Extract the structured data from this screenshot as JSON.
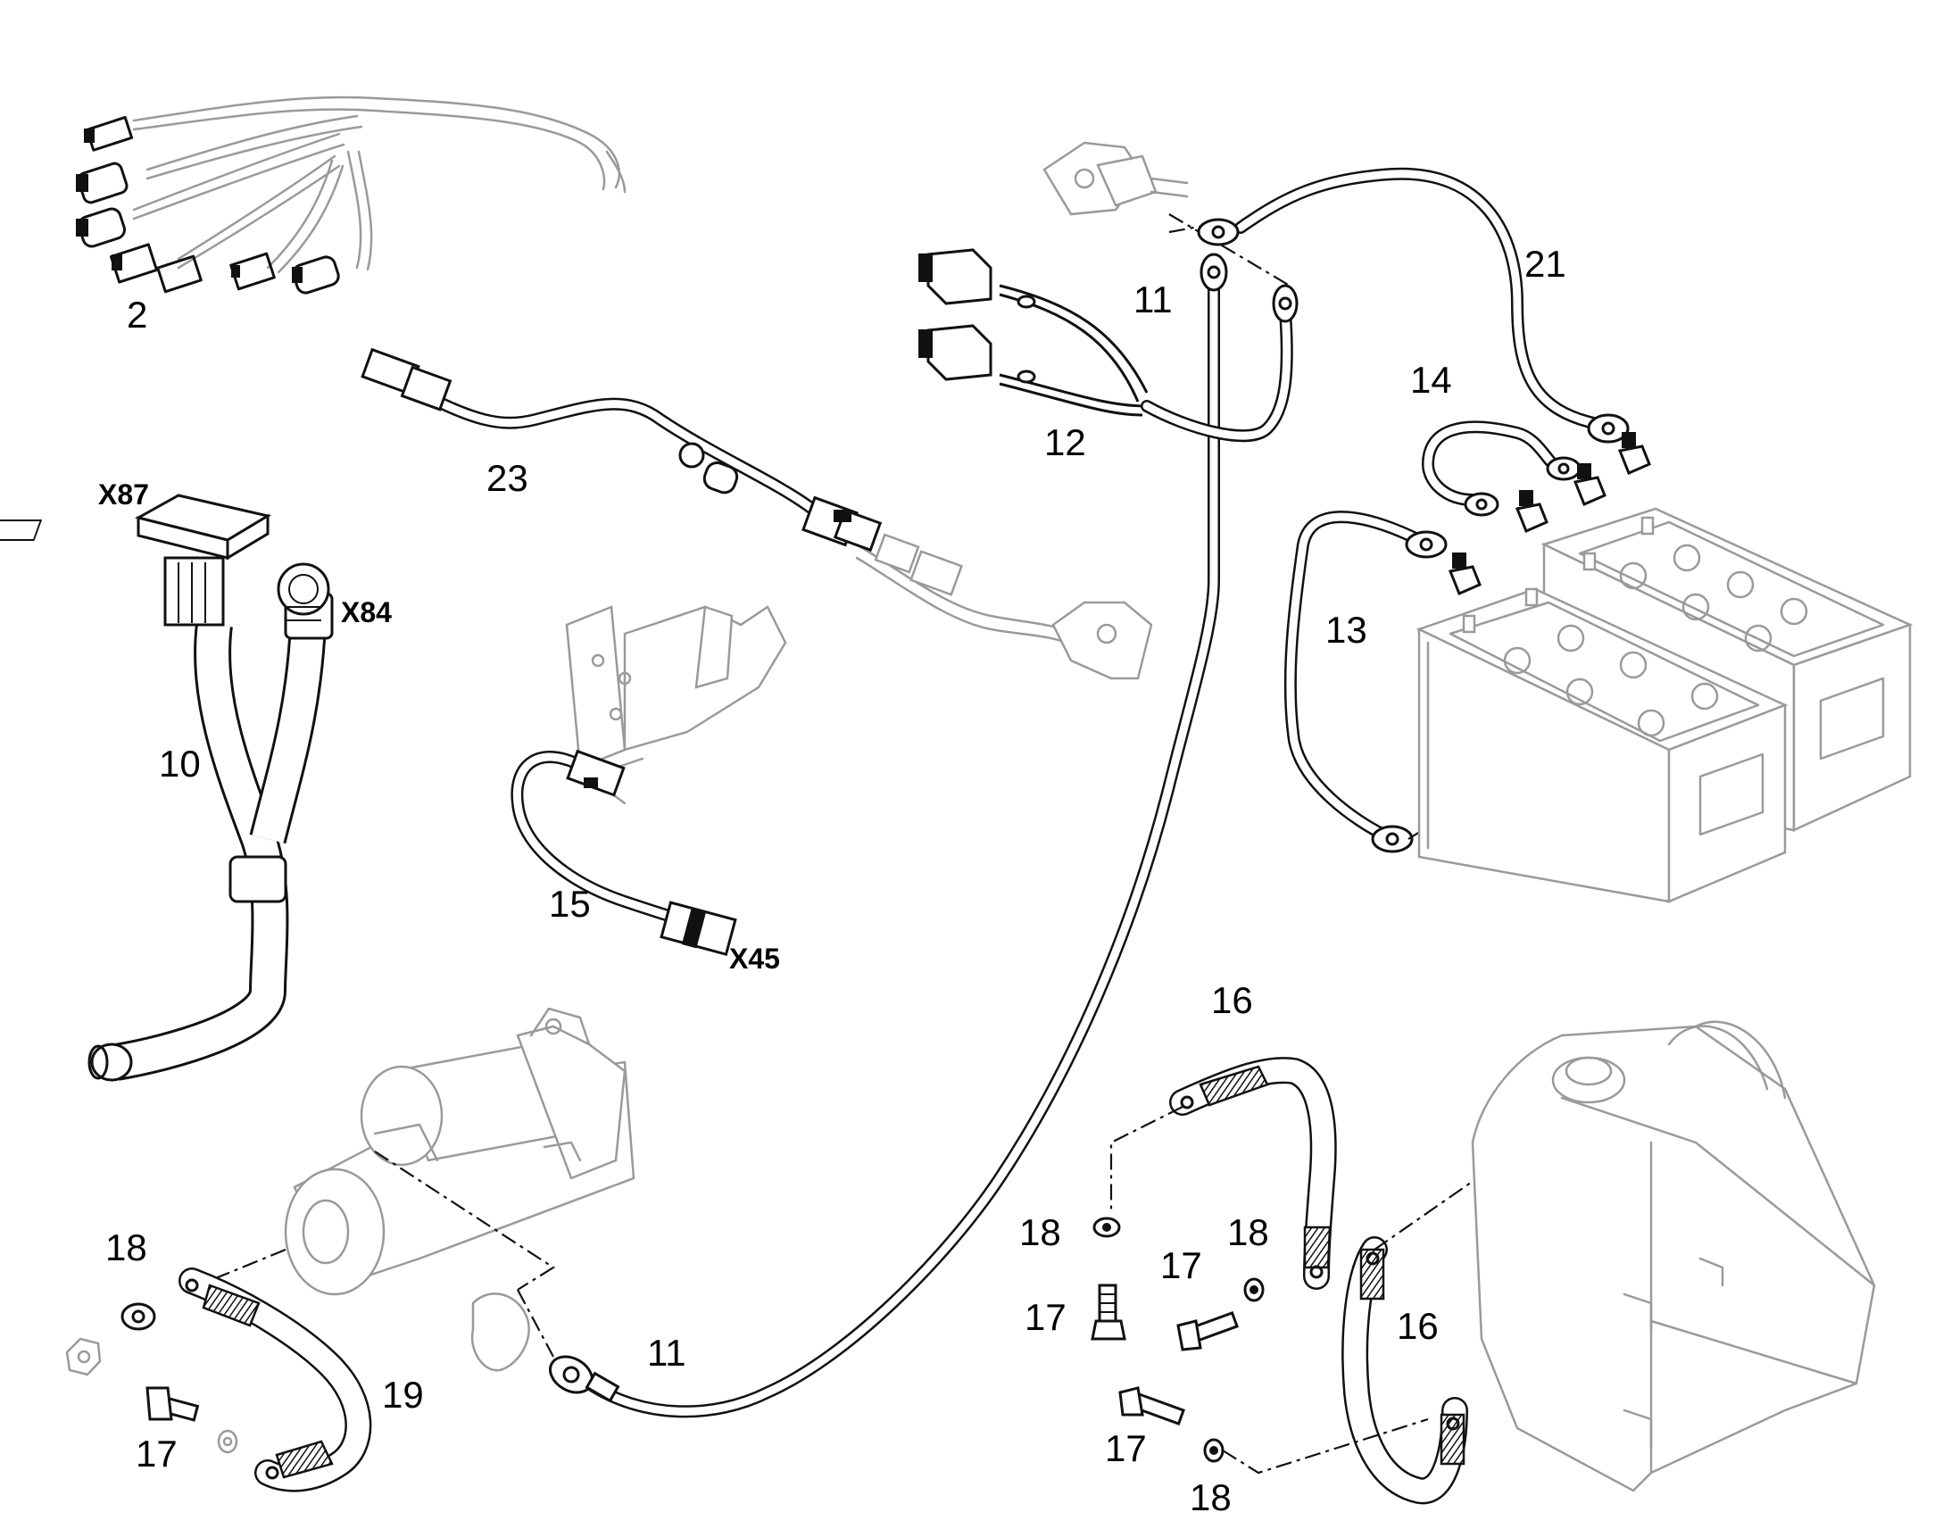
{
  "callouts": {
    "c2": "2",
    "c10": "10",
    "c11a": "11",
    "c11b": "11",
    "c12": "12",
    "c13": "13",
    "c14": "14",
    "c15": "15",
    "c16a": "16",
    "c16b": "16",
    "c17a": "17",
    "c17b": "17",
    "c17c": "17",
    "c17d": "17",
    "c18a": "18",
    "c18b": "18",
    "c18c": "18",
    "c18d": "18",
    "c19": "19",
    "c21": "21",
    "c23": "23"
  },
  "connectors": {
    "x87": "X87",
    "x84": "X84",
    "x45": "X45"
  }
}
